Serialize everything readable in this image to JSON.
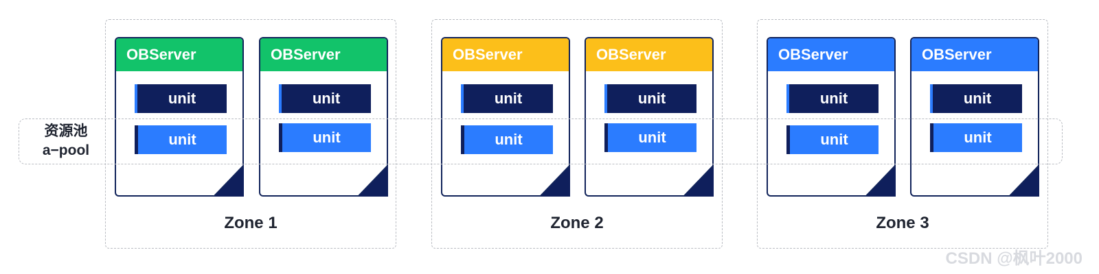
{
  "colors": {
    "green": "#12c36a",
    "yellow": "#fcbf1a",
    "blue": "#2b7cff",
    "navy": "#0f1f5c"
  },
  "pool": {
    "line1": "资源池",
    "line2": "a−pool"
  },
  "zones": [
    {
      "label": "Zone 1",
      "color": "green",
      "servers": [
        {
          "title": "OBServer",
          "units": [
            "unit",
            "unit"
          ]
        },
        {
          "title": "OBServer",
          "units": [
            "unit",
            "unit"
          ]
        }
      ]
    },
    {
      "label": "Zone 2",
      "color": "yellow",
      "servers": [
        {
          "title": "OBServer",
          "units": [
            "unit",
            "unit"
          ]
        },
        {
          "title": "OBServer",
          "units": [
            "unit",
            "unit"
          ]
        }
      ]
    },
    {
      "label": "Zone 3",
      "color": "blue",
      "servers": [
        {
          "title": "OBServer",
          "units": [
            "unit",
            "unit"
          ]
        },
        {
          "title": "OBServer",
          "units": [
            "unit",
            "unit"
          ]
        }
      ]
    }
  ],
  "watermark": "CSDN @枫叶2000"
}
